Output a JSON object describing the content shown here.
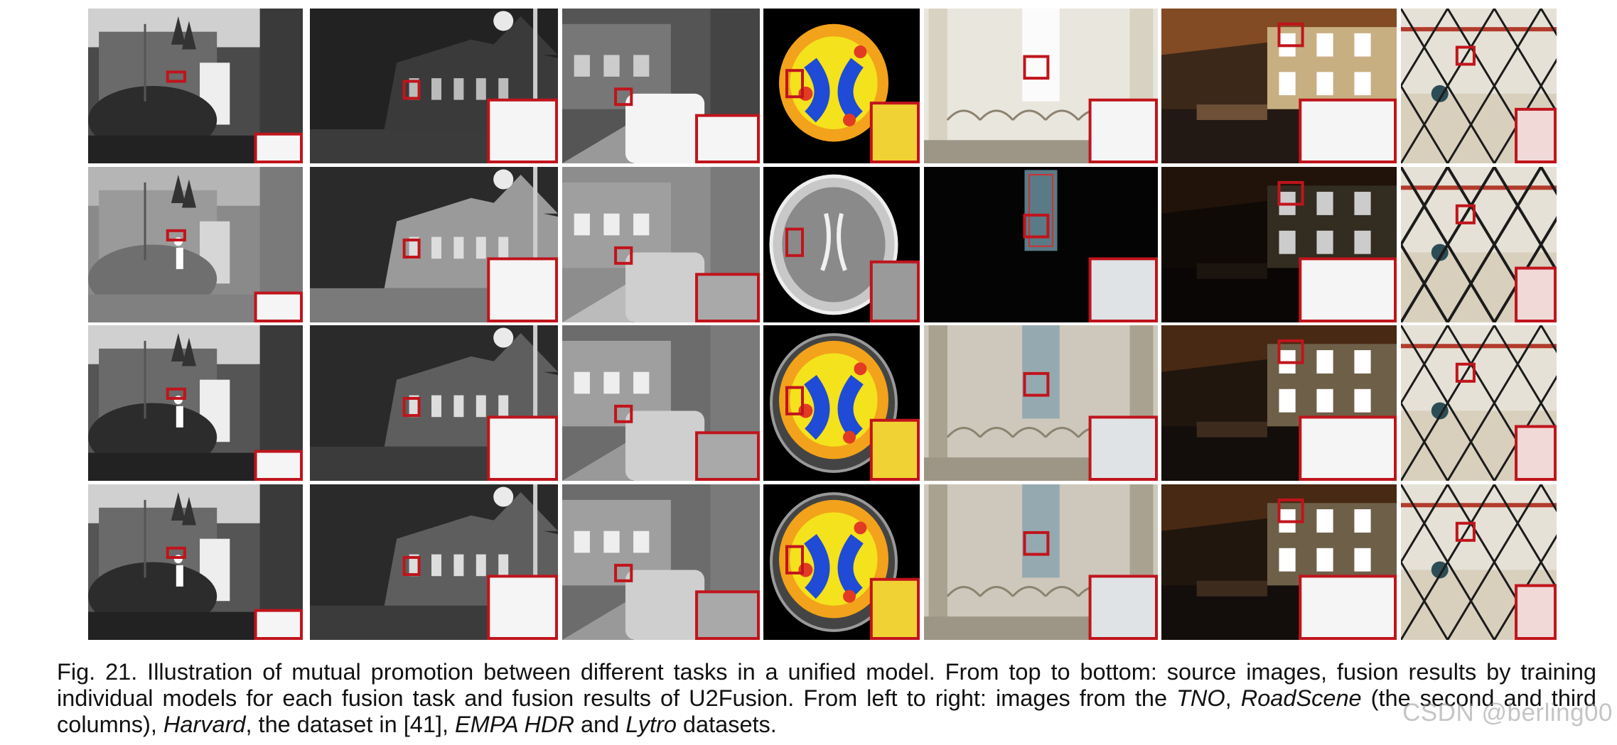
{
  "figure": {
    "rows": [
      "source images",
      "fusion results by training individual models for each fusion task",
      "fusion results of U2Fusion"
    ],
    "datasets": [
      "TNO",
      "RoadScene",
      "Harvard",
      "[41]",
      "EMPA HDR",
      "Lytro"
    ],
    "accent_color": "#c0141c",
    "panel_kinds": [
      "building-night-gray",
      "street-house-gray",
      "street-car-gray",
      "brain-scan",
      "church-window",
      "museum-interior",
      "fence-gym"
    ]
  },
  "caption": {
    "part1": "Fig. 21. Illustration of mutual promotion between different tasks in a unified model. From top to bottom: source images, fusion results by training individual models for each fusion task and fusion results of U2Fusion. From left to right: images from the ",
    "tno": "TNO",
    "sep1": ", ",
    "roadscene": "RoadScene",
    "part2": " (the second and third columns), ",
    "harvard": "Harvard",
    "part3": ", the dataset in [41], ",
    "empa": "EMPA HDR",
    "part4": " and ",
    "lytro": "Lytro",
    "part5": " datasets."
  },
  "watermark": "CSDN @berling00"
}
